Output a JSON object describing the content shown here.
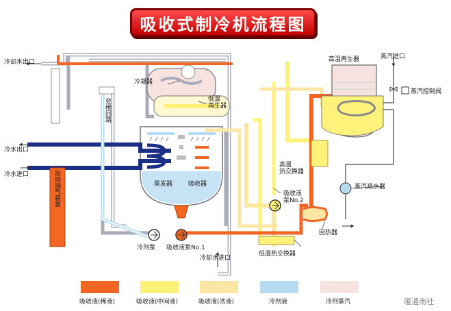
{
  "title": "吸收式制冷机流程图",
  "labels": {
    "cooling_water_outlet": "冷却水出口",
    "chilled_water_outlet": "冷水出口",
    "chilled_water_inlet": "冷水进口",
    "condenser": "冷凝器",
    "variable_dilution_circuit": "变稀回路",
    "low_temp_generator": "低温\n再生器",
    "evaporator": "蒸发器",
    "absorber": "吸收器",
    "auto_purge_device": "自动抽气装置",
    "refrigerant_pump": "冷剂泵",
    "absorbent_pump_1": "吸收液泵No.1",
    "cooling_water_inlet": "冷却水进口",
    "low_temp_heat_exchanger": "低温热交换器",
    "high_temp_heat_exchanger": "高温\n热交换器",
    "absorbent_pump_2": "吸收液\n泵No.2",
    "high_temp_generator": "高温再生器",
    "steam_inlet": "蒸汽进口",
    "steam_control_valve": "蒸汽控制阀",
    "steam_trap": "蒸汽疏水器",
    "heat_recovery": "回热器"
  },
  "legend": [
    {
      "label": "吸收液(稀液)",
      "color": "#f26522"
    },
    {
      "label": "吸收液(中间液)",
      "color": "#fff27a"
    },
    {
      "label": "吸收液(浓液)",
      "color": "#fbe6a3"
    },
    {
      "label": "冷剂液",
      "color": "#b7dcf2"
    },
    {
      "label": "冷剂蒸汽",
      "color": "#f6e3e0"
    }
  ],
  "watermark": "暖通南社",
  "colors": {
    "dilute": "#f26522",
    "intermediate": "#fff27a",
    "concentrated": "#fbe6a3",
    "refrigerant_liquid": "#b7dcf2",
    "refrigerant_vapor": "#f6e3e0",
    "chilled_water": "#1c2f86",
    "cooling_water": "#c9cbd2"
  }
}
